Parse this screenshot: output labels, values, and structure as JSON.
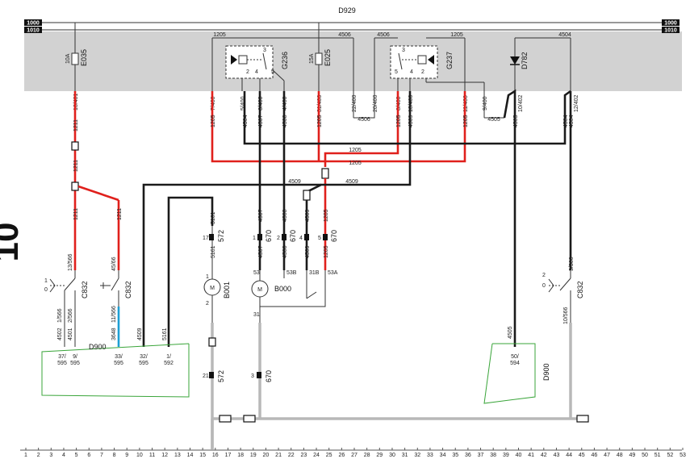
{
  "page": {
    "number": "10"
  },
  "header": {
    "top_label": "D929",
    "bus_top": "1000",
    "bus_bottom": "1010"
  },
  "components": {
    "fuse_e035": {
      "id": "E035",
      "rating": "10A"
    },
    "fuse_e025": {
      "id": "E025",
      "rating": "15A"
    },
    "relay_g236": {
      "id": "G236",
      "pins": [
        "3",
        "2",
        "4",
        "5"
      ]
    },
    "relay_g237": {
      "id": "G237",
      "pins": [
        "3",
        "5",
        "4",
        "2"
      ]
    },
    "diode_d782": {
      "id": "D782"
    },
    "switch_c832_left": {
      "id": "C832",
      "pins": [
        "1",
        "0"
      ]
    },
    "switch_c832_mid": {
      "id": "C832"
    },
    "switch_c832_right": {
      "id": "C832",
      "pins": [
        "2",
        "0"
      ]
    },
    "motor_b001": {
      "id": "B001",
      "pins": [
        "1",
        "2"
      ],
      "symbol": "M"
    },
    "motor_b000": {
      "id": "B000",
      "symbol": "M",
      "pins": [
        "53",
        "53B",
        "31B",
        "53A",
        "31"
      ]
    },
    "control_d900_left": {
      "id": "D900"
    },
    "control_d900_right": {
      "id": "D900"
    }
  },
  "top_wires": {
    "a": "1205",
    "b": "4506",
    "c": "4506",
    "d": "1205",
    "e": "4504"
  },
  "segment_labels": {
    "s1": "16/401",
    "s2": "7/400",
    "s3": "5/400",
    "s4": "6/400",
    "s5": "4/400",
    "s6": "31/400",
    "s7": "22/400",
    "s8": "20/400",
    "s9": "8/400",
    "s10": "10/400",
    "s11": "11/400",
    "s12": "9/400",
    "s13": "10/402",
    "s14": "12/402"
  },
  "wire_codes": {
    "w1211": "1211",
    "w1205": "1205",
    "w4504": "4504",
    "w4507": "4507",
    "w4508": "4508",
    "w4506": "4506",
    "w4509": "4509",
    "w4505": "4505",
    "w5161": "5161",
    "w4502": "4502",
    "w4501": "4501",
    "w3648": "3648",
    "w13566": "13/566",
    "w45_66": "45/66",
    "w1566": "1/566",
    "w2566": "2/566",
    "w11566": "11/566",
    "w3566": "3/566",
    "w10566": "10/566"
  },
  "connectors": {
    "c572a": {
      "id": "572",
      "pin": "17"
    },
    "c572b": {
      "id": "572",
      "pin": "21"
    },
    "c670a": {
      "id": "670",
      "pin": "1"
    },
    "c670b": {
      "id": "670",
      "pin": "2"
    },
    "c670c": {
      "id": "670",
      "pin": "4"
    },
    "c670d": {
      "id": "670",
      "pin": "5"
    },
    "c670e": {
      "id": "670",
      "pin": "3"
    }
  },
  "d900_pins": [
    {
      "pin": "37/",
      "sub": "595"
    },
    {
      "pin": "9/",
      "sub": "595"
    },
    {
      "pin": "33/",
      "sub": "595"
    },
    {
      "pin": "32/",
      "sub": "595"
    },
    {
      "pin": "1/",
      "sub": "592"
    }
  ],
  "d900_right_pin": {
    "pin": "50/",
    "sub": "594"
  },
  "ruler": [
    "1",
    "2",
    "3",
    "4",
    "5",
    "6",
    "7",
    "8",
    "9",
    "10",
    "11",
    "12",
    "13",
    "14",
    "15",
    "16",
    "17",
    "18",
    "19",
    "20",
    "21",
    "22",
    "23",
    "24",
    "25",
    "26",
    "27",
    "28",
    "29",
    "30",
    "31",
    "32",
    "33",
    "34",
    "35",
    "36",
    "37",
    "38",
    "39",
    "40",
    "41",
    "42",
    "43",
    "44",
    "45",
    "46",
    "47",
    "48",
    "49",
    "50",
    "51",
    "52",
    "53"
  ]
}
